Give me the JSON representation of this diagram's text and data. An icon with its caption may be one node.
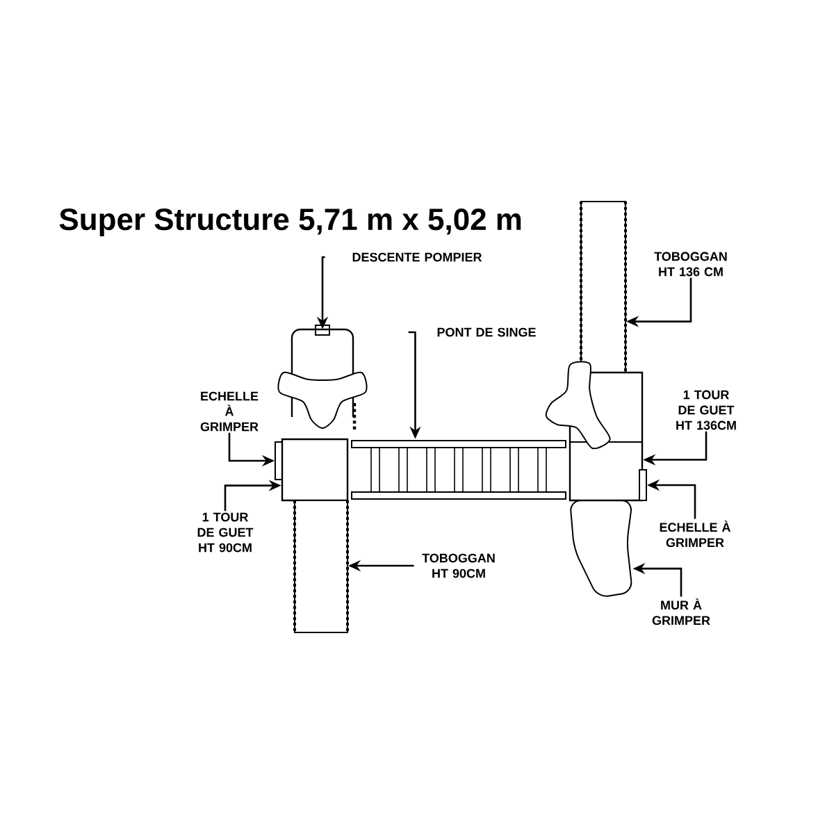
{
  "diagram": {
    "title": "Super Structure 5,71 m x 5,02 m",
    "nodes": [
      {
        "text": [
          "DESCENTE POMPIER"
        ]
      },
      {
        "text": [
          "TOBOGGAN HT 136 CM"
        ]
      },
      {
        "text": [
          "PONT DE SINGE"
        ]
      },
      {
        "text": [
          "ECHELLE À GRIMPER"
        ]
      },
      {
        "text": [
          "1 TOUR DE GUET HT 136CM"
        ]
      },
      {
        "text": [
          "1 TOUR DE GUET HT 90CM"
        ]
      },
      {
        "text": [
          "ECHELLE À GRIMPER"
        ]
      },
      {
        "text": [
          "TOBOGGAN HT 90CM"
        ]
      },
      {
        "text": [
          "MUR À GRIMPER"
        ]
      },
      {
        "text": [],
        "shape": "picture"
      },
      {
        "text": [],
        "shape": "bar"
      },
      {
        "text": [],
        "shape": "picture"
      },
      {
        "text": [],
        "shape": "bar"
      },
      {
        "text": [],
        "shape": "box"
      },
      {
        "text": [],
        "shape": "box"
      },
      {
        "text": [],
        "shape": "bar"
      },
      {
        "text": [],
        "shape": "bar"
      },
      {
        "text": [],
        "shape": "picture"
      }
    ],
    "edges": [
      {
        "from": 0,
        "to": 9,
        "arrow": "to"
      },
      {
        "from": 1,
        "to": 10,
        "arrow": "to"
      },
      {
        "from": 2,
        "to": 11,
        "arrow": "to"
      },
      {
        "from": 3,
        "to": 12,
        "arrow": "to"
      },
      {
        "from": 4,
        "to": 14,
        "arrow": "to"
      },
      {
        "from": 5,
        "to": 13,
        "arrow": "to"
      },
      {
        "from": 6,
        "to": 15,
        "arrow": "to"
      },
      {
        "from": 7,
        "to": 16,
        "arrow": "to"
      },
      {
        "from": 8,
        "to": 17,
        "arrow": "to"
      }
    ]
  }
}
